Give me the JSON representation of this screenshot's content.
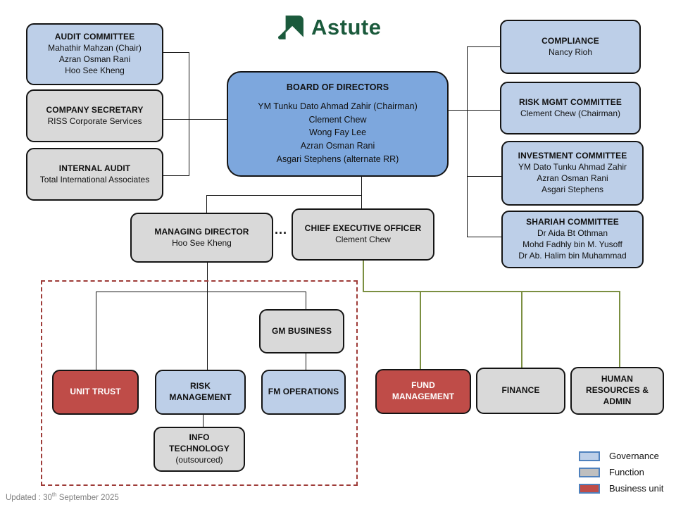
{
  "logo": {
    "text": "Astute"
  },
  "org": {
    "audit_committee": {
      "title": "AUDIT COMMITTEE",
      "lines": [
        "Mahathir Mahzan (Chair)",
        "Azran Osman Rani",
        "Hoo See Kheng"
      ]
    },
    "company_secretary": {
      "title": "COMPANY SECRETARY",
      "lines": [
        "RISS Corporate Services"
      ]
    },
    "internal_audit": {
      "title": "INTERNAL AUDIT",
      "lines": [
        "Total International Associates"
      ]
    },
    "board": {
      "title": "BOARD OF DIRECTORS",
      "lines": [
        "YM Tunku Dato Ahmad Zahir (Chairman)",
        "Clement Chew",
        "Wong Fay Lee",
        "Azran Osman Rani",
        "Asgari Stephens (alternate RR)"
      ]
    },
    "compliance": {
      "title": "COMPLIANCE",
      "lines": [
        "Nancy Rioh"
      ]
    },
    "risk_mgmt_committee": {
      "title": "RISK MGMT COMMITTEE",
      "lines": [
        "Clement Chew (Chairman)"
      ]
    },
    "investment_committee": {
      "title": "INVESTMENT COMMITTEE",
      "lines": [
        "YM Dato Tunku Ahmad Zahir",
        "Azran Osman Rani",
        "Asgari Stephens"
      ]
    },
    "shariah_committee": {
      "title": "SHARIAH COMMITTEE",
      "lines": [
        "Dr Aida Bt Othman",
        "Mohd Fadhly bin M. Yusoff",
        "Dr Ab. Halim bin Muhammad"
      ]
    },
    "managing_director": {
      "title": "MANAGING DIRECTOR",
      "lines": [
        "Hoo See Kheng"
      ]
    },
    "ceo": {
      "title": "CHIEF EXECUTIVE OFFICER",
      "lines": [
        "Clement Chew"
      ]
    },
    "separator_dots": "...",
    "gm_business": {
      "title": "GM BUSINESS"
    },
    "unit_trust": {
      "title": "UNIT TRUST"
    },
    "risk_management": {
      "title": "RISK MANAGEMENT"
    },
    "fm_operations": {
      "title": "FM OPERATIONS"
    },
    "info_technology": {
      "title": "INFO TECHNOLOGY",
      "lines": [
        "(outsourced)"
      ]
    },
    "fund_management": {
      "title": "FUND MANAGEMENT"
    },
    "finance": {
      "title": "FINANCE"
    },
    "hr_admin": {
      "title": "HUMAN RESOURCES & ADMIN"
    }
  },
  "legend": {
    "items": [
      {
        "label": "Governance",
        "color": "#bdcfe8"
      },
      {
        "label": "Function",
        "color": "#bfbfbf"
      },
      {
        "label": "Business unit",
        "color": "#bf4c48"
      }
    ]
  },
  "footer": {
    "prefix": "Updated : 30",
    "ordinal": "th",
    "suffix": " September 2025"
  },
  "colors": {
    "board_fill": "#7da7dd",
    "governance_fill": "#bdcfe8",
    "function_fill": "#d9d9d9",
    "business_unit_fill": "#bf4c48",
    "connector_black": "#141414",
    "connector_olive": "#7b8f41",
    "dashed_frame": "#9e3b38",
    "logo_green": "#1b5a3c",
    "legend_swatch_border": "#4f81bd"
  }
}
